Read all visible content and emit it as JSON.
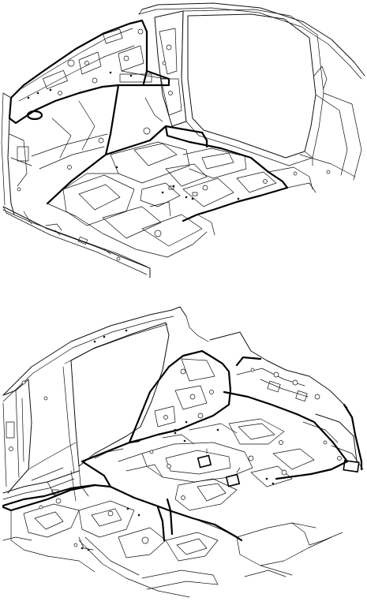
{
  "figure": {
    "views": [
      {
        "id": "front-interior-view",
        "kind": "line-drawing"
      },
      {
        "id": "rear-interior-view",
        "kind": "line-drawing"
      }
    ],
    "colors": {
      "line": "#111111",
      "highlight": "#000000",
      "background": "#ffffff"
    }
  }
}
